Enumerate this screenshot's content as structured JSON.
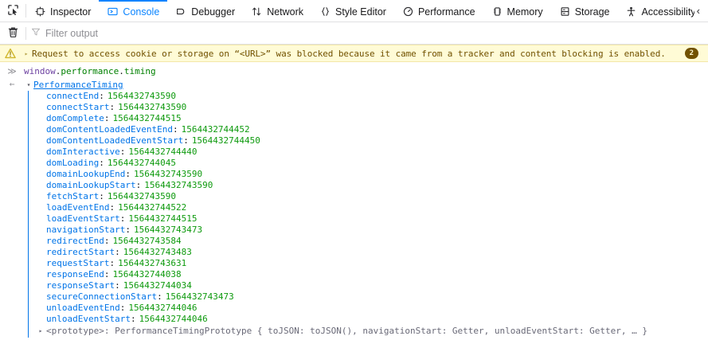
{
  "toolbar": {
    "picker_icon": "element-picker-icon",
    "overflow_icon": "chevron-left-icon",
    "tabs": [
      {
        "label": "Inspector",
        "icon": "inspector-icon",
        "selected": false
      },
      {
        "label": "Console",
        "icon": "console-icon",
        "selected": true
      },
      {
        "label": "Debugger",
        "icon": "debugger-icon",
        "selected": false
      },
      {
        "label": "Network",
        "icon": "network-icon",
        "selected": false
      },
      {
        "label": "Style Editor",
        "icon": "style-editor-icon",
        "selected": false
      },
      {
        "label": "Performance",
        "icon": "performance-icon",
        "selected": false
      },
      {
        "label": "Memory",
        "icon": "memory-icon",
        "selected": false
      },
      {
        "label": "Storage",
        "icon": "storage-icon",
        "selected": false
      },
      {
        "label": "Accessibility",
        "icon": "accessibility-icon",
        "selected": false
      }
    ]
  },
  "console_toolbar": {
    "clear_icon": "trash-icon",
    "filter_icon": "filter-icon",
    "filter_value": "",
    "filter_placeholder": "Filter output"
  },
  "messages": {
    "warning": {
      "icon": "warning-icon",
      "expander": "▸",
      "text": "Request to access cookie or storage on “<URL>” was blocked because it came from a tracker and content blocking is enabled.",
      "repeat_count": "2"
    },
    "input": {
      "prompt": "≫",
      "expression_var": "window",
      "expression_dot1": ".",
      "expression_prop1": "performance",
      "expression_dot2": ".",
      "expression_prop2": "timing"
    },
    "result": {
      "arrow": "←",
      "twisty": "▾",
      "title": "PerformanceTiming",
      "properties": [
        {
          "name": "connectEnd",
          "value": "1564432743590"
        },
        {
          "name": "connectStart",
          "value": "1564432743590"
        },
        {
          "name": "domComplete",
          "value": "1564432744515"
        },
        {
          "name": "domContentLoadedEventEnd",
          "value": "1564432744452"
        },
        {
          "name": "domContentLoadedEventStart",
          "value": "1564432744450"
        },
        {
          "name": "domInteractive",
          "value": "1564432744440"
        },
        {
          "name": "domLoading",
          "value": "1564432744045"
        },
        {
          "name": "domainLookupEnd",
          "value": "1564432743590"
        },
        {
          "name": "domainLookupStart",
          "value": "1564432743590"
        },
        {
          "name": "fetchStart",
          "value": "1564432743590"
        },
        {
          "name": "loadEventEnd",
          "value": "1564432744522"
        },
        {
          "name": "loadEventStart",
          "value": "1564432744515"
        },
        {
          "name": "navigationStart",
          "value": "1564432743473"
        },
        {
          "name": "redirectEnd",
          "value": "1564432743584"
        },
        {
          "name": "redirectStart",
          "value": "1564432743483"
        },
        {
          "name": "requestStart",
          "value": "1564432743631"
        },
        {
          "name": "responseEnd",
          "value": "1564432744038"
        },
        {
          "name": "responseStart",
          "value": "1564432744034"
        },
        {
          "name": "secureConnectionStart",
          "value": "1564432743473"
        },
        {
          "name": "unloadEventEnd",
          "value": "1564432744046"
        },
        {
          "name": "unloadEventStart",
          "value": "1564432744046"
        }
      ],
      "prototype": {
        "twisty": "▸",
        "text": "<prototype>: PerformanceTimingPrototype { toJSON: toJSON(), navigationStart: Getter, unloadEventStart: Getter, … }"
      }
    }
  },
  "colors": {
    "accent": "#0a84ff",
    "object_link": "#0074e8",
    "value_green": "#0e9a0e",
    "warning_bg": "#fffbd6",
    "warning_text": "#715100"
  }
}
